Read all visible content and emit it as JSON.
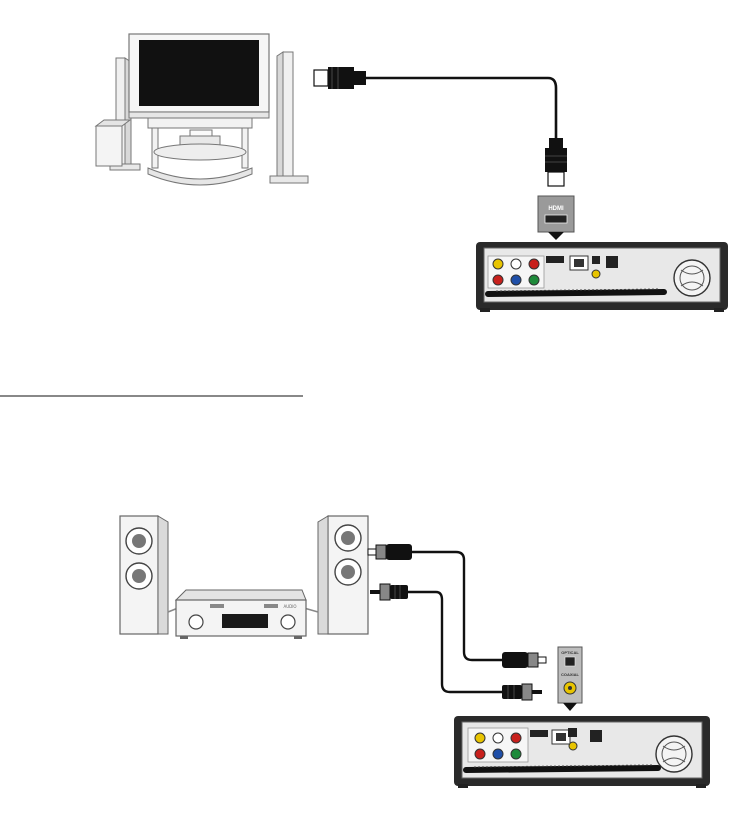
{
  "hdmi_port_label": "HDMI",
  "optical_port_label": "OPTICAL",
  "coaxial_port_label": "COAXIAL",
  "amplifier_badge": "AUDIO",
  "colors": {
    "cable": "#111111",
    "device_body": "#2a2a2a",
    "rca_yellow": "#e8c400",
    "rca_red": "#c8201c",
    "rca_green": "#1e8a3a",
    "rca_blue": "#1f4fa8"
  }
}
